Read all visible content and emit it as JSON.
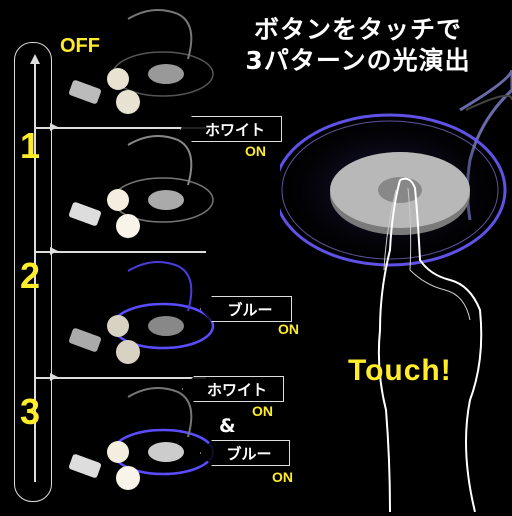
{
  "headline": {
    "line1": "ボタンをタッチで",
    "line2": "3パターンの光演出"
  },
  "timeline": {
    "off_label": "OFF",
    "steps": [
      {
        "number": "1"
      },
      {
        "number": "2"
      },
      {
        "number": "3"
      }
    ]
  },
  "labels": {
    "white": "ホワイト",
    "blue": "ブルー",
    "on": "ON",
    "amp": "&"
  },
  "touch_text": "Touch!",
  "colors": {
    "accent_yellow": "#ffec2a",
    "glow_blue": "#6a5bff",
    "background": "#000000"
  }
}
